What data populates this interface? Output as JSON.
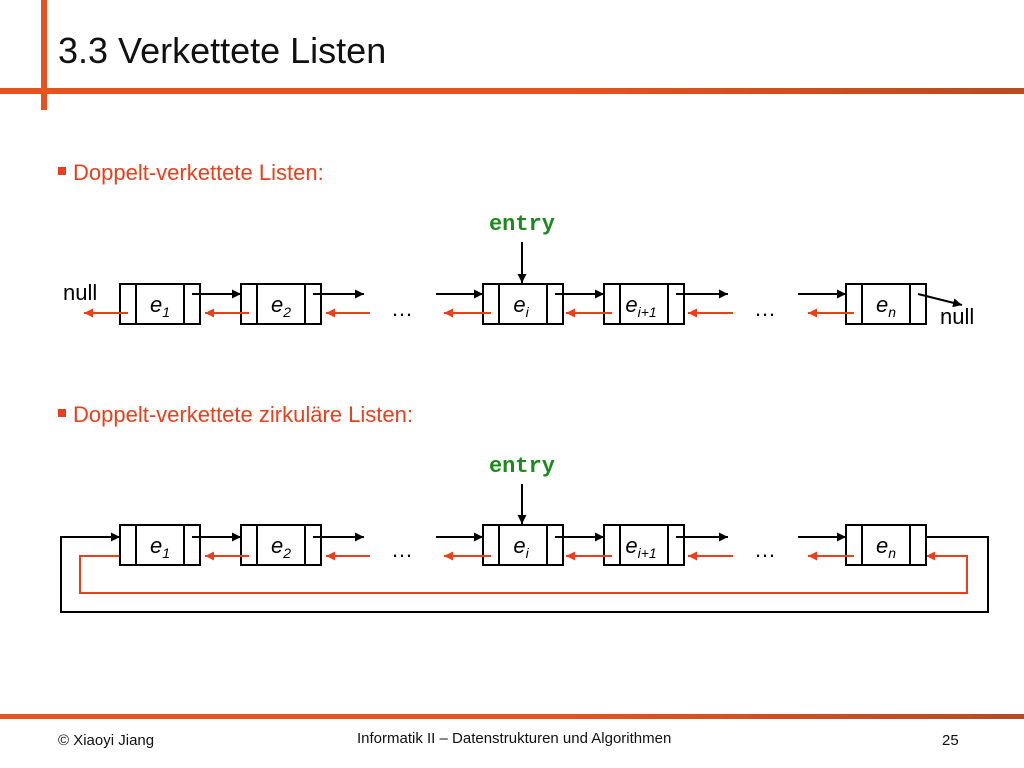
{
  "slide": {
    "title": "3.3 Verkettete Listen",
    "section1": "Doppelt-verkettete Listen:",
    "section2": "Doppelt-verkettete zirkuläre Listen:"
  },
  "list1": {
    "entry_label": "entry",
    "null_left": "null",
    "null_right": "null",
    "ellipsis": "…"
  },
  "list2": {
    "entry_label": "entry",
    "ellipsis": "…"
  },
  "nodes": {
    "e1": {
      "base": "e",
      "sub": "1"
    },
    "e2": {
      "base": "e",
      "sub": "2"
    },
    "ei": {
      "base": "e",
      "sub": "i"
    },
    "ei1": {
      "base": "e",
      "sub": "i+1"
    },
    "en": {
      "base": "e",
      "sub": "n"
    }
  },
  "footer": {
    "author": "© Xiaoyi Jiang",
    "course": "Informatik II – Datenstrukturen und Algorithmen",
    "page": "25"
  },
  "colors": {
    "accent": "#e8521f",
    "back_pointer": "#e8401c",
    "entry": "#1a8a1a",
    "forward_pointer": "#000000"
  }
}
